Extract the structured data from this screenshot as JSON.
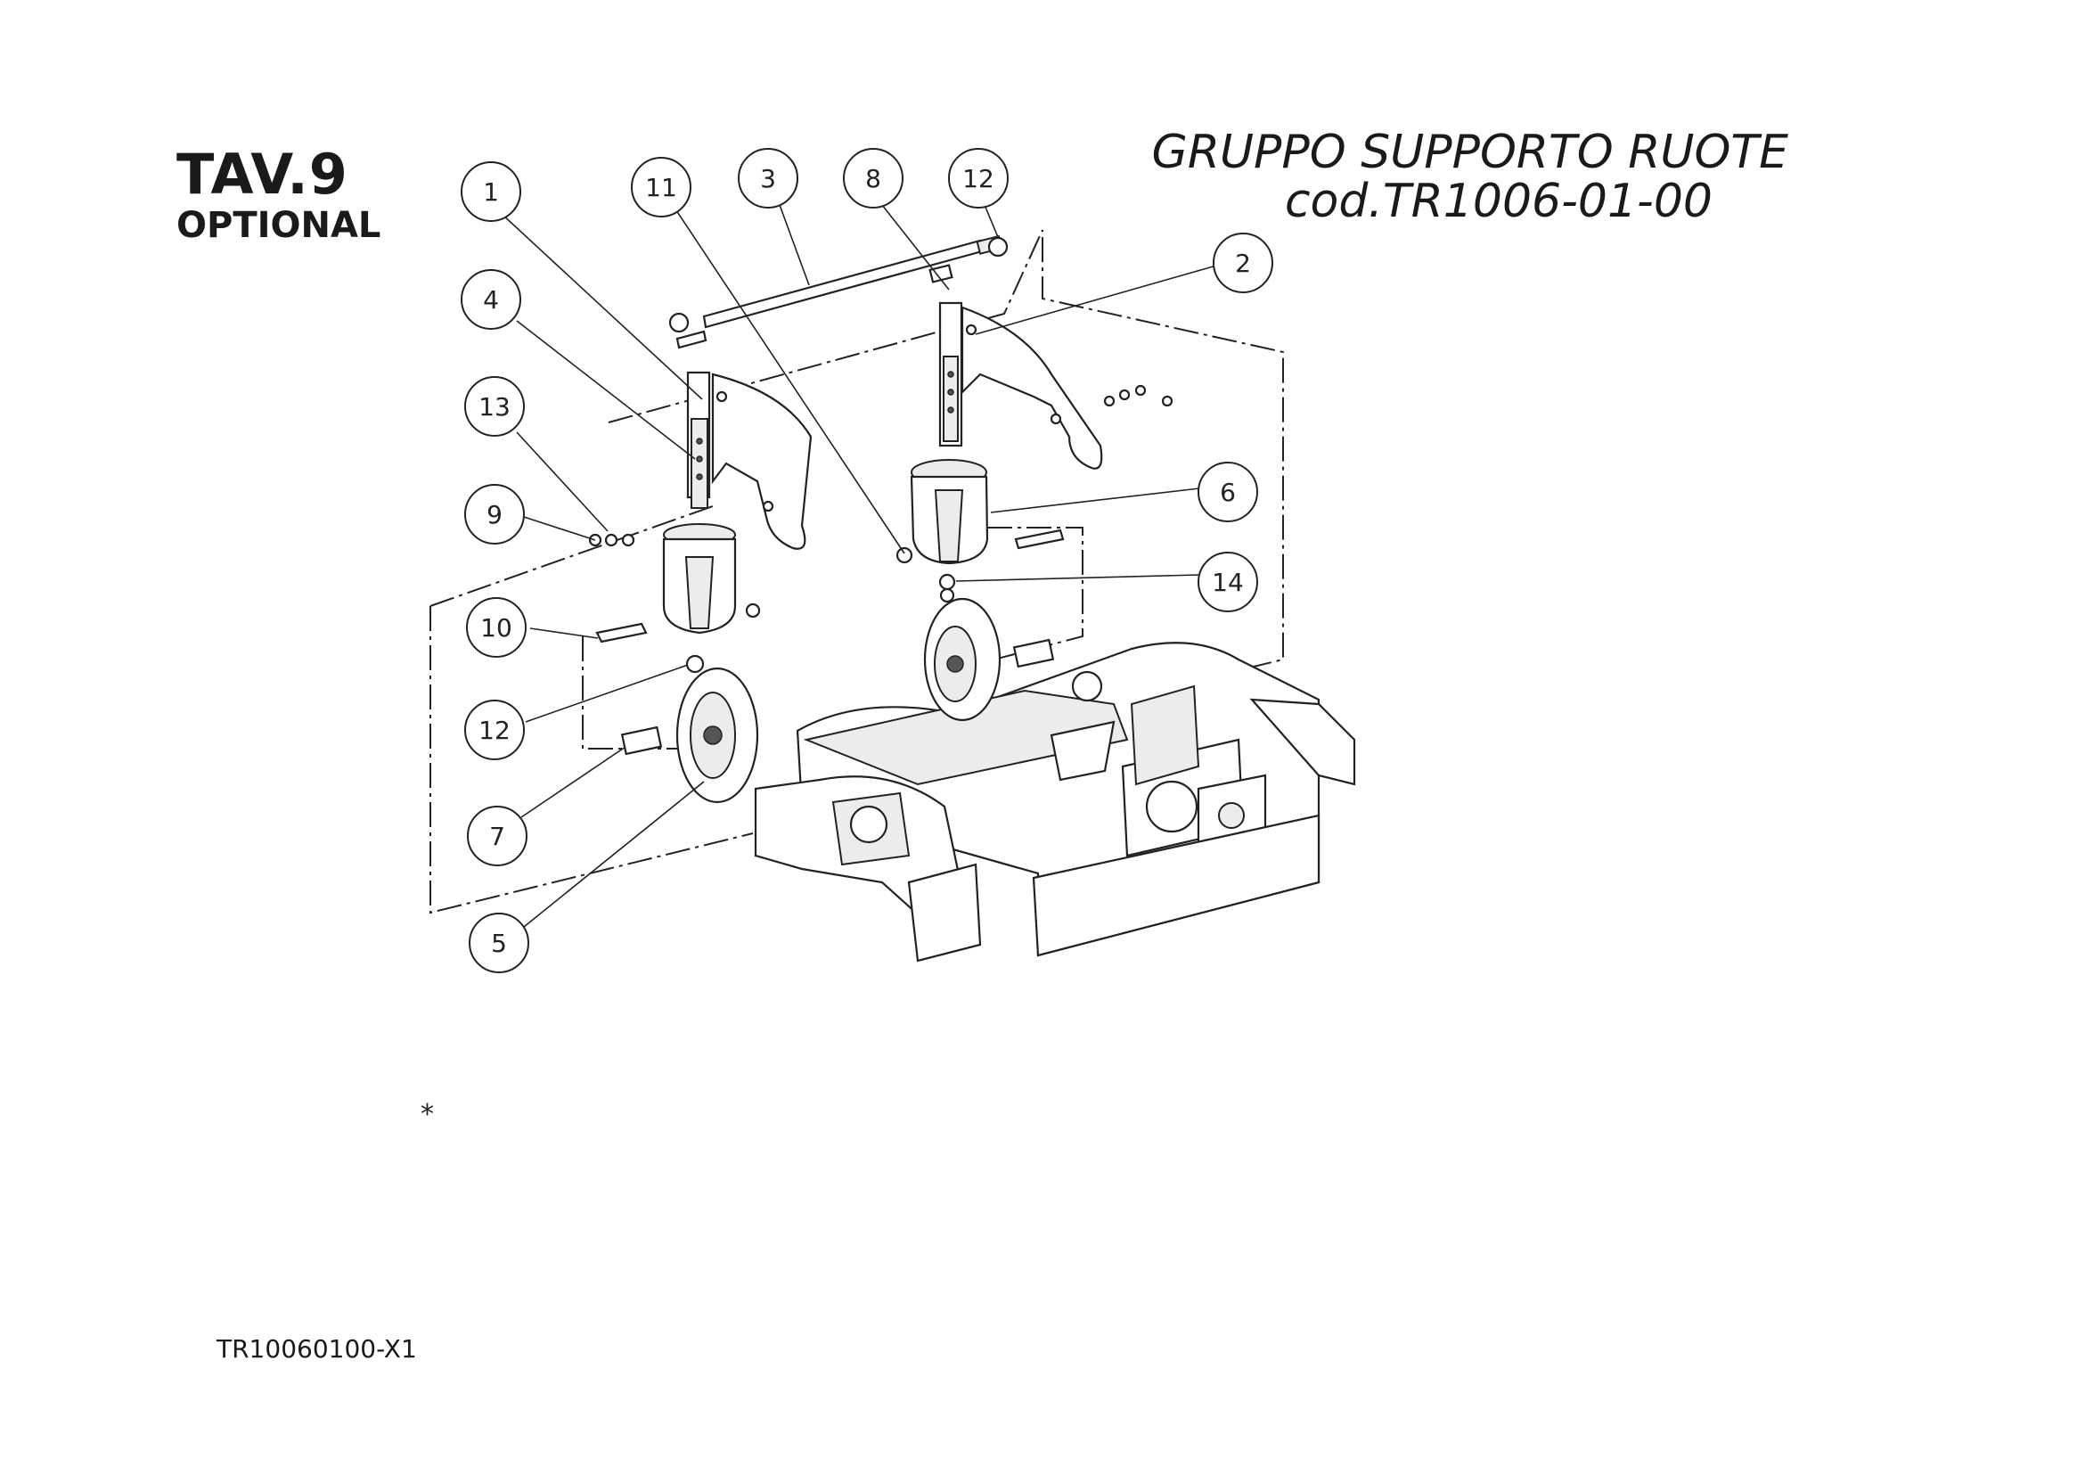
{
  "header": {
    "page_id": "TAV.9",
    "page_sub": "OPTIONAL",
    "title": "GRUPPO SUPPORTO RUOTE",
    "title_code": "cod.TR1006-01-00"
  },
  "footer": {
    "doc_code": "TR10060100-X1",
    "asterisk": "*"
  },
  "callouts": [
    {
      "label": "1"
    },
    {
      "label": "11"
    },
    {
      "label": "3"
    },
    {
      "label": "8"
    },
    {
      "label": "12"
    },
    {
      "label": "2"
    },
    {
      "label": "4"
    },
    {
      "label": "13"
    },
    {
      "label": "9"
    },
    {
      "label": "6"
    },
    {
      "label": "14"
    },
    {
      "label": "10"
    },
    {
      "label": "12"
    },
    {
      "label": "7"
    },
    {
      "label": "5"
    }
  ]
}
